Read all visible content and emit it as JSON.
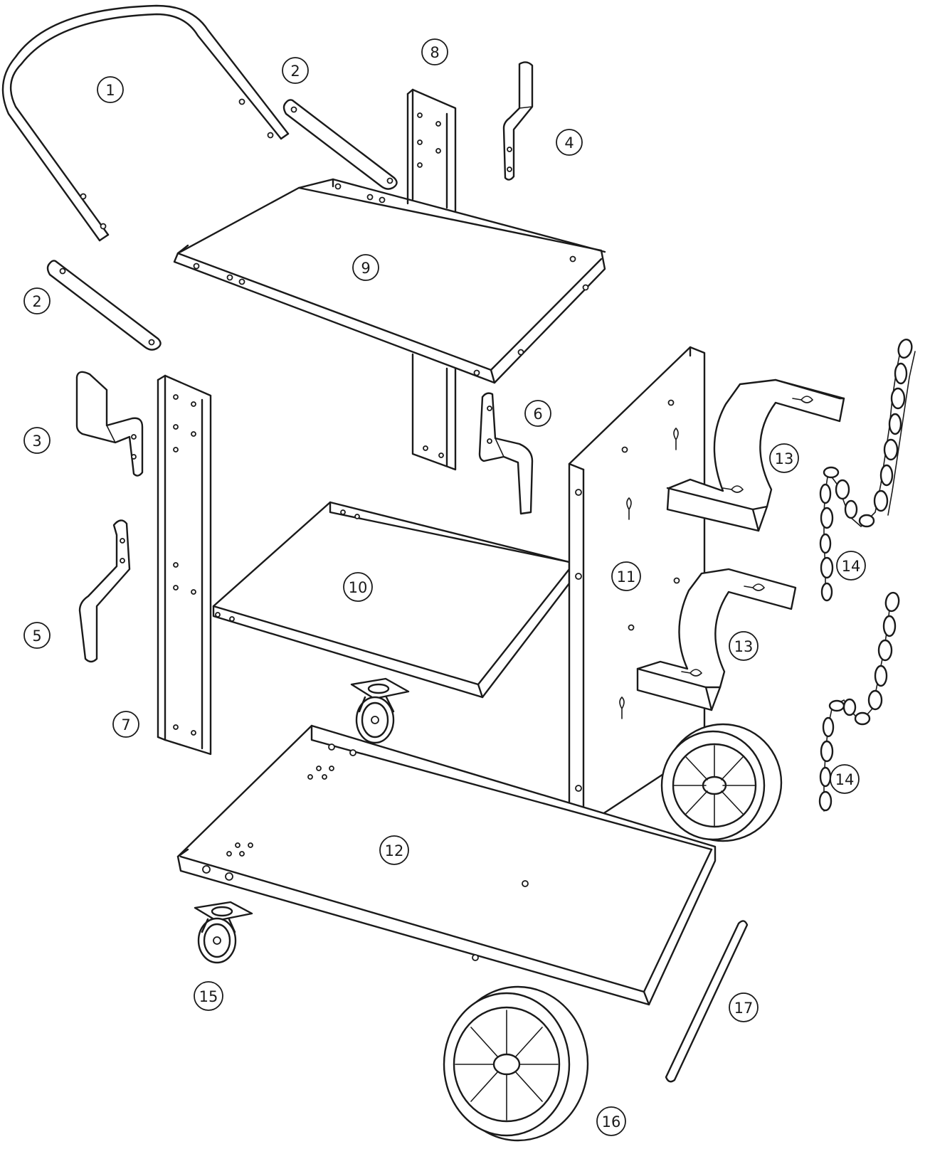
{
  "parts": [
    {
      "id": "1",
      "label": "1",
      "name": "handle"
    },
    {
      "id": "2a",
      "label": "2",
      "name": "brace-upper"
    },
    {
      "id": "2b",
      "label": "2",
      "name": "brace-lower"
    },
    {
      "id": "3",
      "label": "3",
      "name": "bracket-left"
    },
    {
      "id": "4",
      "label": "4",
      "name": "bracket-right-top"
    },
    {
      "id": "5",
      "label": "5",
      "name": "bracket-s"
    },
    {
      "id": "6",
      "label": "6",
      "name": "bracket-mid"
    },
    {
      "id": "7",
      "label": "7",
      "name": "front-post"
    },
    {
      "id": "8",
      "label": "8",
      "name": "rear-post"
    },
    {
      "id": "9",
      "label": "9",
      "name": "top-shelf"
    },
    {
      "id": "10",
      "label": "10",
      "name": "middle-shelf"
    },
    {
      "id": "11",
      "label": "11",
      "name": "back-panel"
    },
    {
      "id": "13a",
      "label": "13",
      "name": "cylinder-holder-upper"
    },
    {
      "id": "13b",
      "label": "13",
      "name": "cylinder-holder-lower"
    },
    {
      "id": "14a",
      "label": "14",
      "name": "chain-upper"
    },
    {
      "id": "14b",
      "label": "14",
      "name": "chain-lower"
    },
    {
      "id": "12",
      "label": "12",
      "name": "bottom-tray"
    },
    {
      "id": "15",
      "label": "15",
      "name": "caster"
    },
    {
      "id": "16",
      "label": "16",
      "name": "wheel"
    },
    {
      "id": "17",
      "label": "17",
      "name": "axle"
    }
  ],
  "colors": {
    "line": "#1a1a1a",
    "background": "#ffffff"
  }
}
